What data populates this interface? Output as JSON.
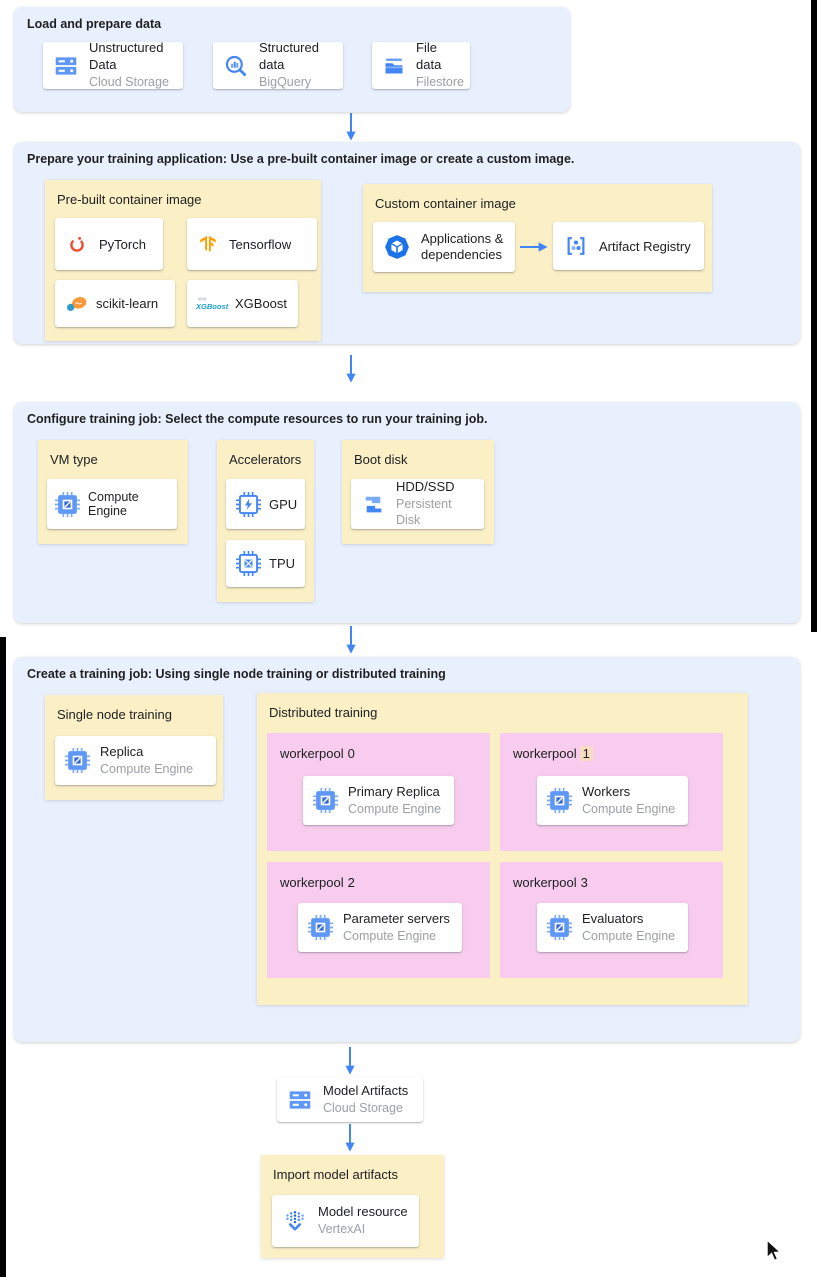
{
  "colors": {
    "section_bg": "#e8f0fe",
    "group_bg": "#faefc5",
    "pool_bg": "#f8ccee",
    "accent_blue": "#4285f4",
    "num_highlight": "#f8dcc2",
    "card_title": "#202124",
    "card_subtitle": "#9aa0a6"
  },
  "load": {
    "title": "Load and prepare data",
    "cards": [
      {
        "title": "Unstructured Data",
        "subtitle": "Cloud Storage",
        "icon": "cloud-storage-icon"
      },
      {
        "title": "Structured data",
        "subtitle": "BigQuery",
        "icon": "bigquery-icon"
      },
      {
        "title": "File data",
        "subtitle": "Filestore",
        "icon": "filestore-icon"
      }
    ]
  },
  "prepare": {
    "title": "Prepare your training application: Use a pre-built container image or create a custom image.",
    "prebuilt": {
      "label": "Pre-built container image",
      "frameworks": [
        {
          "name": "PyTorch",
          "icon": "pytorch-icon"
        },
        {
          "name": "Tensorflow",
          "icon": "tensorflow-icon"
        },
        {
          "name": "scikit-learn",
          "icon": "scikit-learn-icon"
        },
        {
          "name": "XGBoost",
          "icon": "xgboost-icon"
        }
      ]
    },
    "custom": {
      "label": "Custom container image",
      "source_card": {
        "title": "Applications & dependencies",
        "icon": "applications-icon"
      },
      "target_card": {
        "title": "Artifact Registry",
        "icon": "artifact-registry-icon"
      }
    }
  },
  "configure": {
    "title": "Configure training job: Select the compute resources to run your training job.",
    "vm": {
      "label": "VM type",
      "card": {
        "title": "Compute Engine",
        "icon": "compute-engine-icon"
      }
    },
    "accelerators": {
      "label": "Accelerators",
      "cards": [
        {
          "title": "GPU",
          "icon": "gpu-icon"
        },
        {
          "title": "TPU",
          "icon": "tpu-icon"
        }
      ]
    },
    "boot": {
      "label": "Boot disk",
      "card": {
        "title": "HDD/SSD",
        "subtitle": "Persistent Disk",
        "icon": "persistent-disk-icon"
      }
    }
  },
  "create": {
    "title": "Create a training job: Using single node training or distributed training",
    "single": {
      "label": "Single node training",
      "card": {
        "title": "Replica",
        "subtitle": "Compute Engine",
        "icon": "compute-engine-icon"
      }
    },
    "distributed": {
      "label": "Distributed training",
      "pools": [
        {
          "name": "workerpool",
          "num": "0",
          "num_highlighted": false,
          "card": {
            "title": "Primary Replica",
            "subtitle": "Compute Engine",
            "icon": "compute-engine-icon"
          }
        },
        {
          "name": "workerpool",
          "num": "1",
          "num_highlighted": true,
          "card": {
            "title": "Workers",
            "subtitle": "Compute Engine",
            "icon": "compute-engine-icon"
          }
        },
        {
          "name": "workerpool",
          "num": "2",
          "num_highlighted": false,
          "card": {
            "title": "Parameter servers",
            "subtitle": "Compute Engine",
            "icon": "compute-engine-icon"
          }
        },
        {
          "name": "workerpool",
          "num": "3",
          "num_highlighted": false,
          "card": {
            "title": "Evaluators",
            "subtitle": "Compute Engine",
            "icon": "compute-engine-icon"
          }
        }
      ]
    }
  },
  "model_artifacts": {
    "title": "Model Artifacts",
    "subtitle": "Cloud Storage",
    "icon": "cloud-storage-icon"
  },
  "import_model": {
    "label": "Import model artifacts",
    "card": {
      "title": "Model resource",
      "subtitle": "VertexAI",
      "icon": "vertex-ai-icon"
    }
  }
}
